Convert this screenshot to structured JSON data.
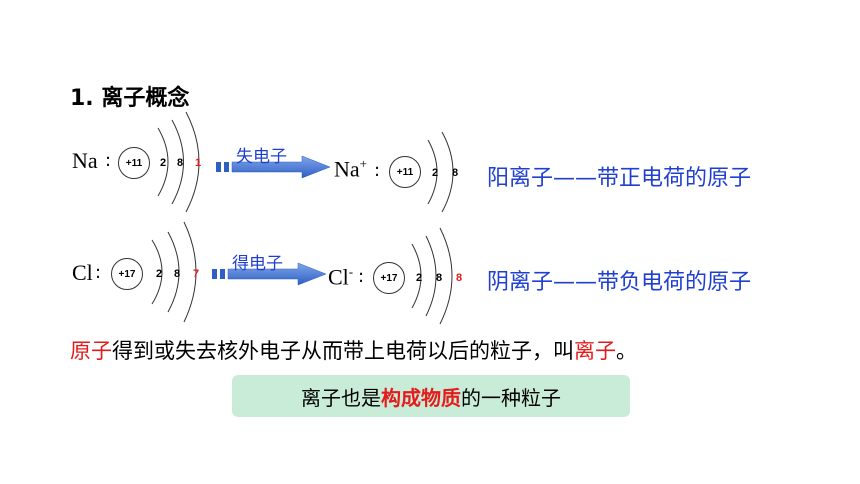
{
  "title": "1. 离子概念",
  "na": {
    "symbol": "Na",
    "colon": ":",
    "nucleus": "+11",
    "shells": [
      "2",
      "8",
      "1"
    ],
    "arrow_label": "失电子",
    "ion_symbol": "Na",
    "ion_charge": "+",
    "ion_colon": ":",
    "ion_nucleus": "+11",
    "ion_shells": [
      "2",
      "8"
    ],
    "description": "阳离子——带正电荷的原子"
  },
  "cl": {
    "symbol": "Cl",
    "colon": ":",
    "nucleus": "+17",
    "shells": [
      "2",
      "8",
      "7"
    ],
    "arrow_label": "得电子",
    "ion_symbol": "Cl",
    "ion_charge": "-",
    "ion_colon": ":",
    "ion_nucleus": "+17",
    "ion_shells": [
      "2",
      "8",
      "8"
    ],
    "description": "阴离子——带负电荷的原子"
  },
  "definition": {
    "part1": "原子",
    "part2": "得到或失去核外电子从而带上电荷以后的粒子，叫",
    "part3": "离子",
    "part4": "。"
  },
  "box": {
    "part1": "离子也是",
    "part2": "构成物质",
    "part3": "的一种粒子"
  },
  "colors": {
    "blue": "#1f3fd0",
    "red": "#e41b1b",
    "box_bg": "#c9ecd8",
    "arrow_fill": "#4a7cd6"
  }
}
